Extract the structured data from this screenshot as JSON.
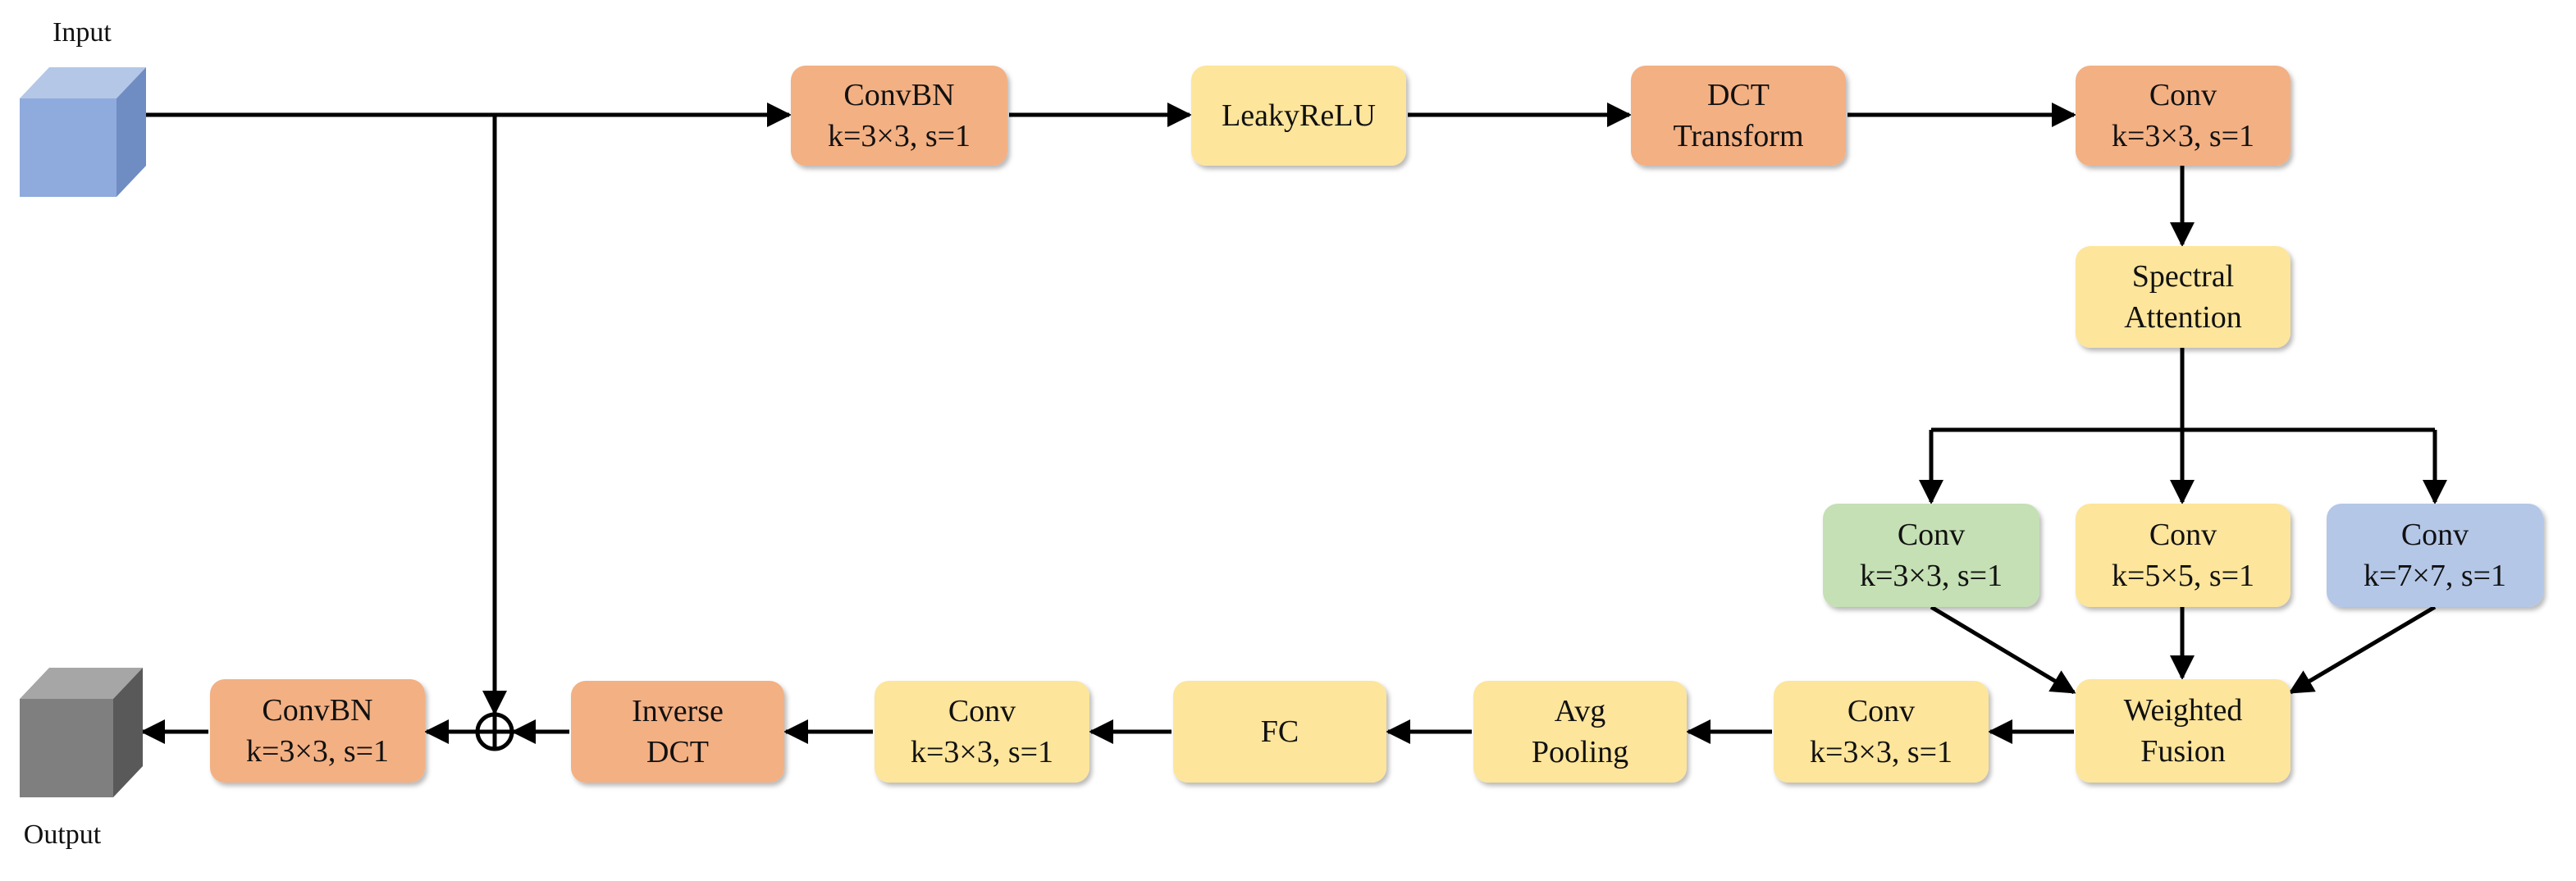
{
  "labels": {
    "input": "Input",
    "output": "Output"
  },
  "colors": {
    "orange": "#F3B083",
    "yellow": "#FDE59B",
    "green": "#C5E0B4",
    "blue": "#B4C7E7",
    "line": "#000000",
    "input_cube": "#8FAADC",
    "output_cube": "#7F7F7F"
  },
  "blocks": {
    "convbn_top": {
      "line1": "ConvBN",
      "line2": "k=3×3, s=1",
      "color": "orange"
    },
    "leakyrelu": {
      "line1": "LeakyReLU",
      "line2": "",
      "color": "yellow"
    },
    "dct_transform": {
      "line1": "DCT",
      "line2": "Transform",
      "color": "orange"
    },
    "conv_top": {
      "line1": "Conv",
      "line2": "k=3×3, s=1",
      "color": "orange"
    },
    "spectral_attention": {
      "line1": "Spectral",
      "line2": "Attention",
      "color": "yellow"
    },
    "conv_3x3_branch": {
      "line1": "Conv",
      "line2": "k=3×3, s=1",
      "color": "green"
    },
    "conv_5x5_branch": {
      "line1": "Conv",
      "line2": "k=5×5, s=1",
      "color": "yellow"
    },
    "conv_7x7_branch": {
      "line1": "Conv",
      "line2": "k=7×7, s=1",
      "color": "blue"
    },
    "weighted_fusion": {
      "line1": "Weighted",
      "line2": "Fusion",
      "color": "yellow"
    },
    "conv_after_fusion": {
      "line1": "Conv",
      "line2": "k=3×3, s=1",
      "color": "yellow"
    },
    "avg_pooling": {
      "line1": "Avg",
      "line2": "Pooling",
      "color": "yellow"
    },
    "fc": {
      "line1": "FC",
      "line2": "",
      "color": "yellow"
    },
    "conv_bottom": {
      "line1": "Conv",
      "line2": "k=3×3, s=1",
      "color": "yellow"
    },
    "inverse_dct": {
      "line1": "Inverse",
      "line2": "DCT",
      "color": "orange"
    },
    "convbn_bottom": {
      "line1": "ConvBN",
      "line2": "k=3×3, s=1",
      "color": "orange"
    }
  }
}
